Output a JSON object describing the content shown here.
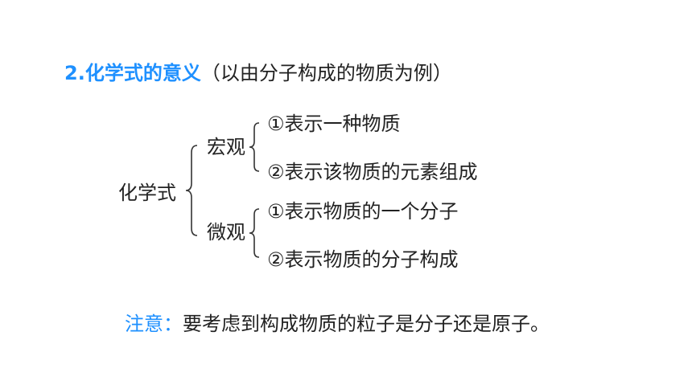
{
  "heading": {
    "title": "2.化学式的意义",
    "note": "（以由分子构成的物质为例）"
  },
  "diagram": {
    "root": "化学式",
    "branches": [
      {
        "label": "宏观",
        "items": [
          "①表示一种物质",
          "②表示该物质的元素组成"
        ]
      },
      {
        "label": "微观",
        "items": [
          "①表示物质的一个分子",
          "②表示物质的分子构成"
        ]
      }
    ]
  },
  "note": {
    "label": "注意：",
    "text": "要考虑到构成物质的粒子是分子还是原子。"
  },
  "colors": {
    "accent": "#1e90ff",
    "text": "#222222"
  }
}
